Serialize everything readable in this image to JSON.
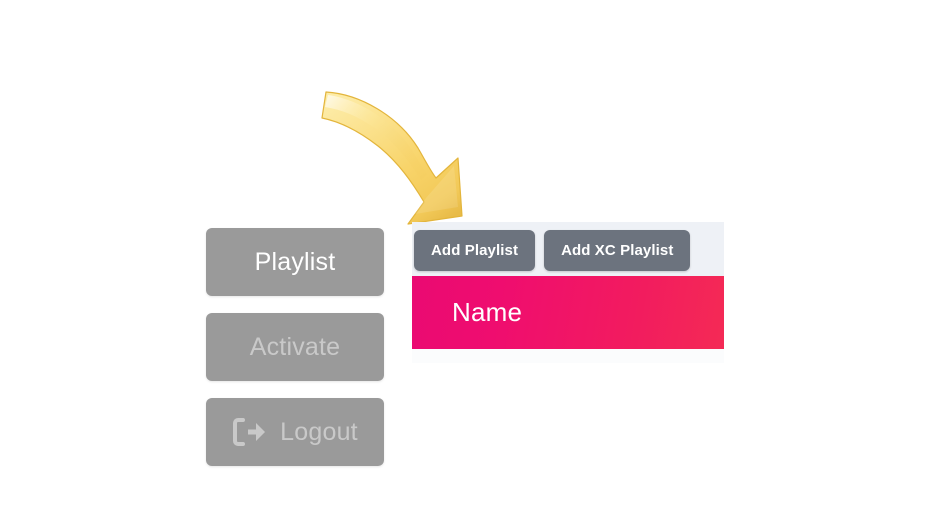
{
  "colors": {
    "page_background": "#ffffff",
    "sidebar_button": "#9a9a9a",
    "sidebar_label_active": "#ffffff",
    "sidebar_label_inactive": "#c9c9c9",
    "toolbar_button": "#6c737e",
    "toolbar_label": "#ffffff",
    "panel_background": "#eef1f6",
    "table_header_gradient_start": "#ea0a72",
    "table_header_gradient_end": "#f42a55",
    "arrow_highlight": "#fde79a",
    "arrow_body": "#f8d86a",
    "arrow_shadow": "#e0b63f"
  },
  "sidebar": {
    "items": [
      {
        "label": "Playlist",
        "icon": "",
        "active": true
      },
      {
        "label": "Activate",
        "icon": "",
        "active": false
      },
      {
        "label": "Logout",
        "icon": "logout-icon",
        "active": false
      }
    ]
  },
  "content": {
    "toolbar": {
      "add_playlist_label": "Add Playlist",
      "add_xc_playlist_label": "Add XC Playlist"
    },
    "table": {
      "columns": [
        {
          "label": "Name"
        }
      ],
      "rows": []
    }
  },
  "annotation": {
    "arrow": {
      "name": "pointer-arrow-icon",
      "points_to": "Add Playlist",
      "direction": "down-right"
    }
  }
}
